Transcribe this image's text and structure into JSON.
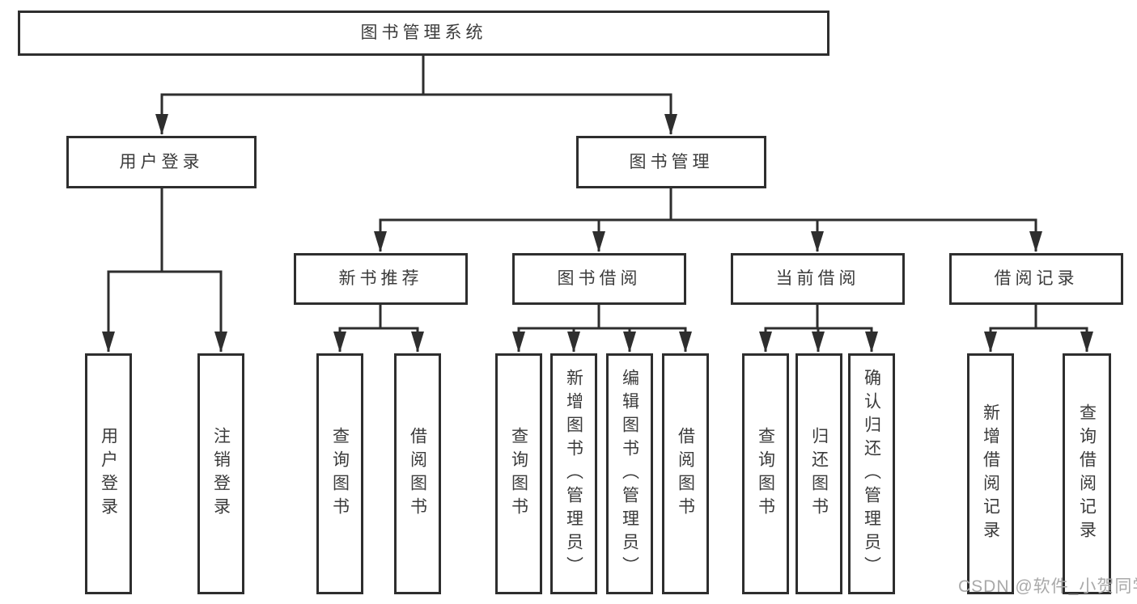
{
  "diagram_type": "hierarchy-tree",
  "colors": {
    "background": "#ffffff",
    "line": "#2e2e2e",
    "box_border": "#2e2e2e",
    "label_text": "#3b3b3b",
    "watermark_text": "#a9a9a9"
  },
  "tree": {
    "label": "图书管理系统",
    "children": [
      {
        "label": "用户登录",
        "children": [
          {
            "label": "用户登录"
          },
          {
            "label": "注销登录"
          }
        ]
      },
      {
        "label": "图书管理",
        "children": [
          {
            "label": "新书推荐",
            "children": [
              {
                "label": "查询图书"
              },
              {
                "label": "借阅图书"
              }
            ]
          },
          {
            "label": "图书借阅",
            "children": [
              {
                "label": "查询图书"
              },
              {
                "label": "新增图书（管理员）"
              },
              {
                "label": "编辑图书（管理员）"
              },
              {
                "label": "借阅图书"
              }
            ]
          },
          {
            "label": "当前借阅",
            "children": [
              {
                "label": "查询图书"
              },
              {
                "label": "归还图书"
              },
              {
                "label": "确认归还（管理员）"
              }
            ]
          },
          {
            "label": "借阅记录",
            "children": [
              {
                "label": "新增借阅记录"
              },
              {
                "label": "查询借阅记录"
              }
            ]
          }
        ]
      }
    ]
  },
  "watermark": {
    "text": "CSDN @软件_小贺同学"
  }
}
